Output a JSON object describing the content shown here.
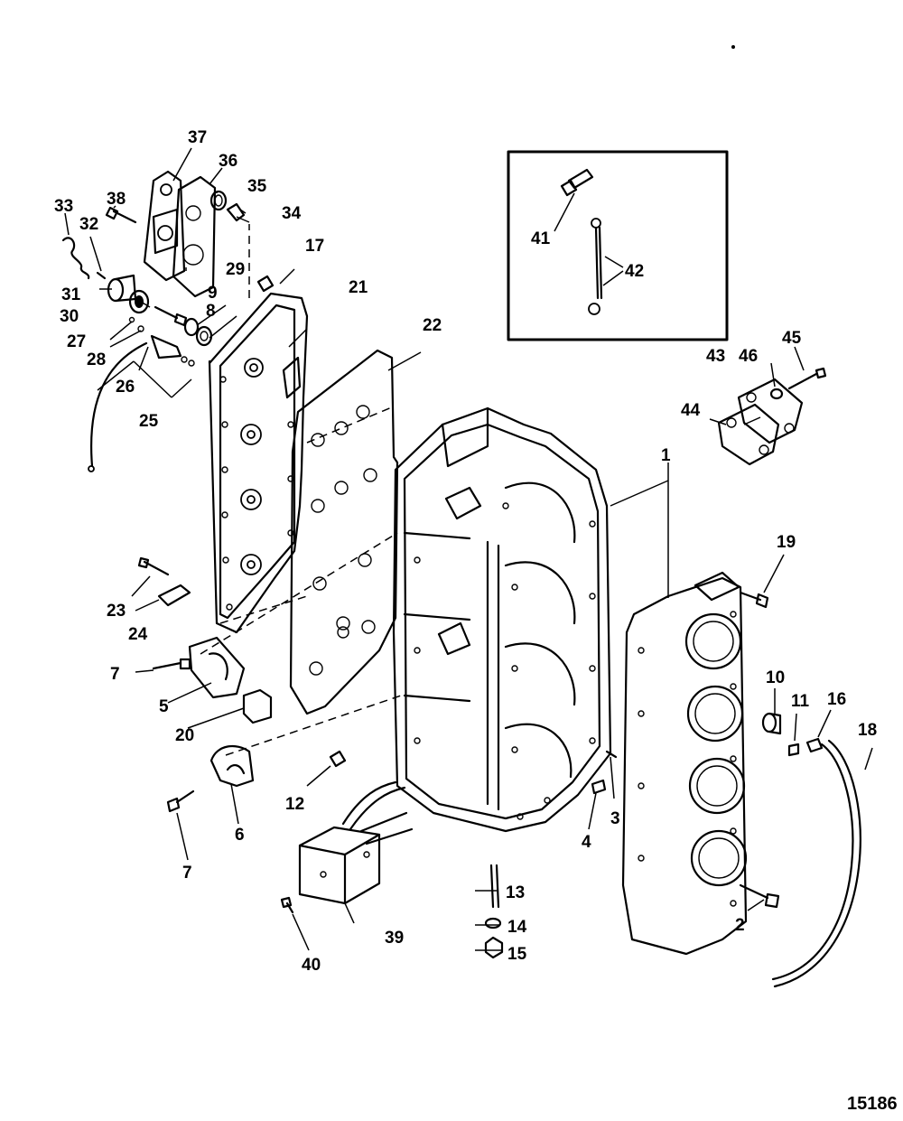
{
  "figure_number": "15186",
  "callouts": [
    "1",
    "2",
    "3",
    "4",
    "5",
    "6",
    "7",
    "7",
    "8",
    "9",
    "10",
    "11",
    "12",
    "13",
    "14",
    "15",
    "16",
    "17",
    "18",
    "19",
    "20",
    "21",
    "22",
    "23",
    "24",
    "25",
    "26",
    "27",
    "28",
    "29",
    "30",
    "31",
    "32",
    "33",
    "34",
    "35",
    "36",
    "37",
    "38",
    "39",
    "40",
    "41",
    "42",
    "43",
    "44",
    "45",
    "46"
  ]
}
